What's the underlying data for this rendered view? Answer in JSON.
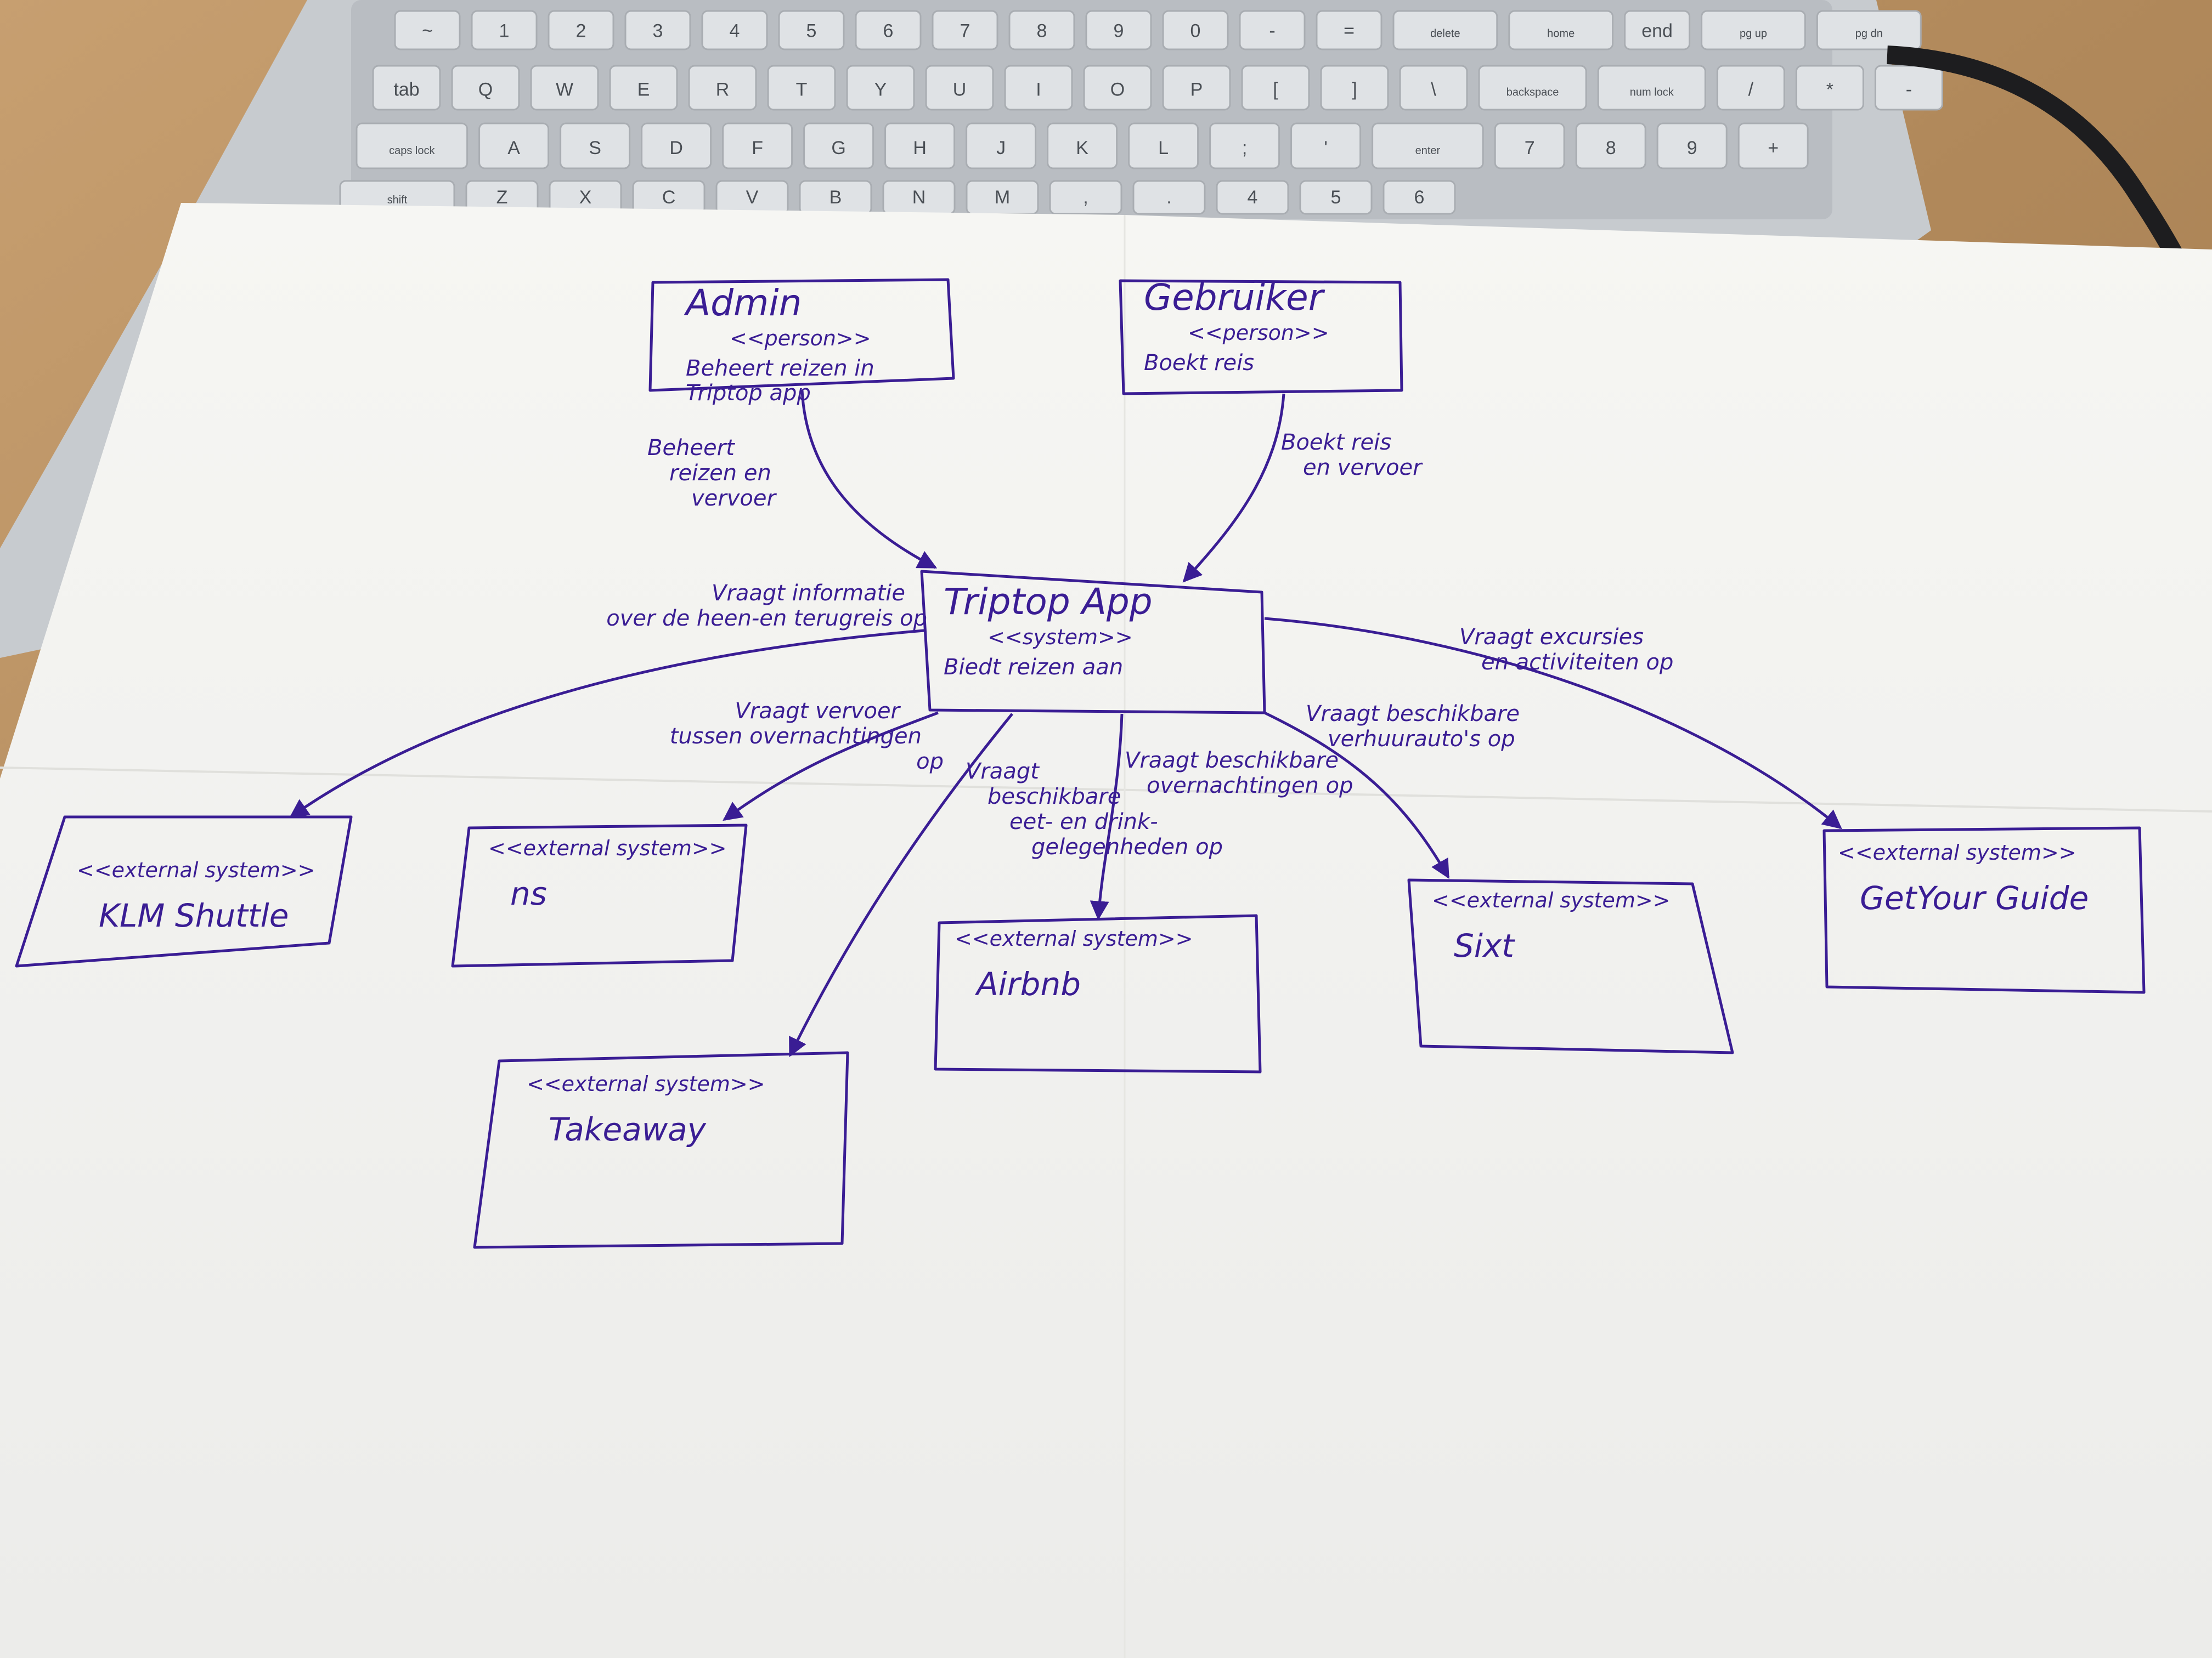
{
  "diagram": {
    "nodes": [
      {
        "id": "admin",
        "kind": "person",
        "title": "Admin",
        "stereotype": "<<person>>",
        "description": [
          "Beheert reizen in",
          "Triptop app"
        ]
      },
      {
        "id": "gebruiker",
        "kind": "person",
        "title": "Gebruiker",
        "stereotype": "<<person>>",
        "description": [
          "Boekt reis"
        ]
      },
      {
        "id": "triptop",
        "kind": "system",
        "title": "Triptop App",
        "stereotype": "<<system>>",
        "description": [
          "Biedt reizen aan"
        ]
      },
      {
        "id": "klm",
        "kind": "external",
        "stereotype": "<<external system>>",
        "title": "KLM Shuttle"
      },
      {
        "id": "ns",
        "kind": "external",
        "stereotype": "<<external system>>",
        "title": "ns"
      },
      {
        "id": "airbnb",
        "kind": "external",
        "stereotype": "<<external system>>",
        "title": "Airbnb"
      },
      {
        "id": "takeaway",
        "kind": "external",
        "stereotype": "<<external system>>",
        "title": "Takeaway"
      },
      {
        "id": "sixt",
        "kind": "external",
        "stereotype": "<<external system>>",
        "title": "Sixt"
      },
      {
        "id": "getyourguide",
        "kind": "external",
        "stereotype": "<<external system>>",
        "title": "GetYour Guide"
      }
    ],
    "edges": [
      {
        "id": "e-admin",
        "from": "admin",
        "to": "triptop",
        "label": [
          "Beheert",
          "reizen en",
          "vervoer"
        ]
      },
      {
        "id": "e-gebruiker",
        "from": "gebruiker",
        "to": "triptop",
        "label": [
          "Boekt reis",
          "en vervoer"
        ]
      },
      {
        "id": "e-klm",
        "from": "triptop",
        "to": "klm",
        "label": [
          "Vraagt informatie",
          "over de heen-en terugreis op"
        ]
      },
      {
        "id": "e-ns",
        "from": "triptop",
        "to": "ns",
        "label": [
          "Vraagt vervoer",
          "tussen overnachtingen",
          "op"
        ]
      },
      {
        "id": "e-takeaway",
        "from": "triptop",
        "to": "takeaway",
        "label": [
          "Vraagt",
          "beschikbare",
          "eet- en drink-",
          "gelegenheden op"
        ]
      },
      {
        "id": "e-airbnb",
        "from": "triptop",
        "to": "airbnb",
        "label": [
          "Vraagt beschikbare",
          "overnachtingen op"
        ]
      },
      {
        "id": "e-sixt",
        "from": "triptop",
        "to": "sixt",
        "label": [
          "Vraagt beschikbare",
          "verhuurauto's op"
        ]
      },
      {
        "id": "e-getyourguide",
        "from": "triptop",
        "to": "getyourguide",
        "label": [
          "Vraagt excursies",
          "en activiteiten op"
        ]
      }
    ]
  },
  "keyboard": {
    "rows": [
      [
        "~",
        "1",
        "2",
        "3",
        "4",
        "5",
        "6",
        "7",
        "8",
        "9",
        "0",
        "-",
        "=",
        "delete",
        "home",
        "end",
        "pg up",
        "pg dn"
      ],
      [
        "tab",
        "Q",
        "W",
        "E",
        "R",
        "T",
        "Y",
        "U",
        "I",
        "O",
        "P",
        "[",
        "]",
        "\\",
        "backspace",
        "num lock",
        "/",
        "*",
        "-"
      ],
      [
        "caps lock",
        "A",
        "S",
        "D",
        "F",
        "G",
        "H",
        "J",
        "K",
        "L",
        ";",
        "'",
        "enter",
        "7",
        "8",
        "9",
        "+"
      ],
      [
        "shift",
        "Z",
        "X",
        "C",
        "V",
        "B",
        "N",
        "M",
        ",",
        ".",
        "4",
        "5",
        "6"
      ]
    ]
  },
  "colors": {
    "ink": "#3a1d94",
    "paper": "#f3f3f0",
    "desk": "#b08a5e",
    "laptop": "#c9cdd1",
    "key": "#dfe2e5"
  }
}
